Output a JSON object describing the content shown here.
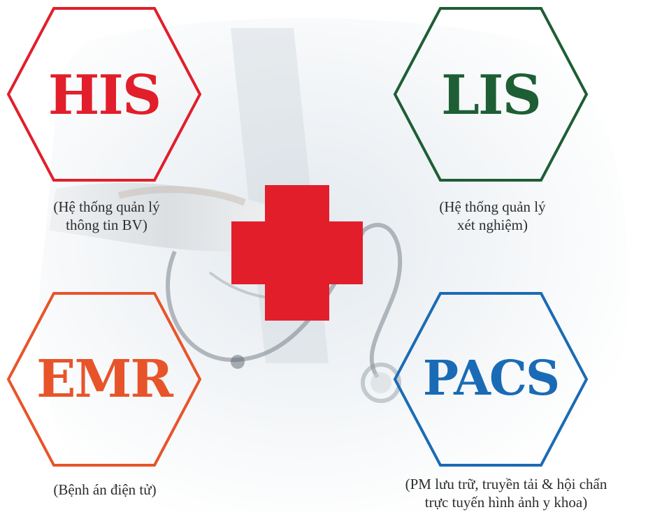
{
  "colors": {
    "his": "#e21e2b",
    "lis": "#1e5e34",
    "emr": "#e8542a",
    "pacs": "#1a6bb5",
    "cross": "#e21e2b",
    "caption": "#2d2d2d"
  },
  "modules": {
    "his": {
      "title": "HIS",
      "caption": [
        "(Hệ thống quản lý",
        "thông tin BV)"
      ]
    },
    "lis": {
      "title": "LIS",
      "caption": [
        "(Hệ thống quản lý",
        "xét nghiệm)"
      ]
    },
    "emr": {
      "title": "EMR",
      "caption": [
        "(Bệnh án điện tử)"
      ]
    },
    "pacs": {
      "title": "PACS",
      "caption": [
        "(PM lưu trữ, truyền tải & hội chẩn",
        "trực tuyến hình ảnh y khoa)"
      ]
    }
  },
  "center_icon": "medical-cross-icon",
  "background": "doctor-with-stethoscope-photo"
}
